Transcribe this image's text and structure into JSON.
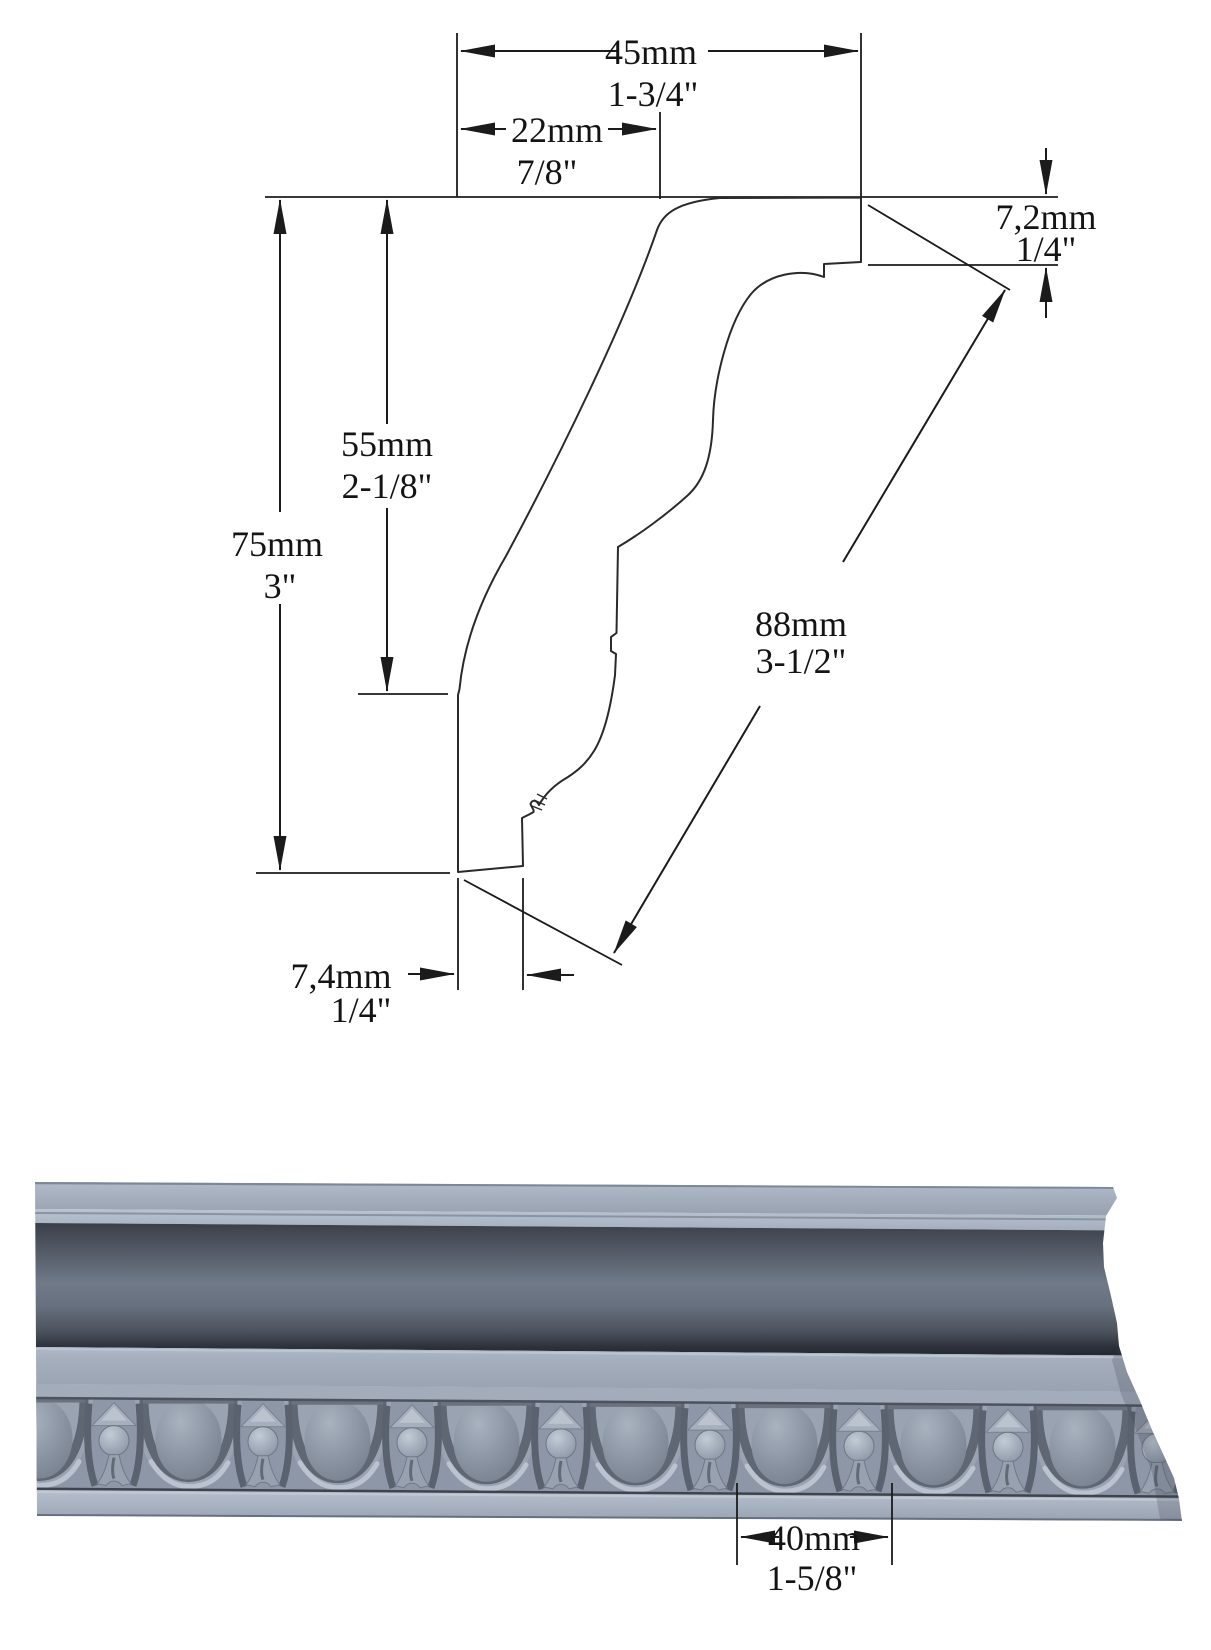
{
  "drawing": {
    "description": "crown molding profile cross-section with dimensions",
    "dims": {
      "width_top": {
        "mm": "45mm",
        "in": "1-3/4\""
      },
      "width_upper": {
        "mm": "22mm",
        "in": "7/8\""
      },
      "drop_right": {
        "mm": "7,2mm",
        "in": "1/4\""
      },
      "height_inner": {
        "mm": "55mm",
        "in": "2-1/8\""
      },
      "height_total": {
        "mm": "75mm",
        "in": "3\""
      },
      "face_diagonal": {
        "mm": "88mm",
        "in": "3-1/2\""
      },
      "depth_bottom": {
        "mm": "7,4mm",
        "in": "1/4\""
      }
    },
    "line_color": "#1b1b1b"
  },
  "render": {
    "description": "3D rendering of egg-and-dart crown molding strip",
    "dims": {
      "pattern_repeat": {
        "mm": "40mm",
        "in": "1-5/8\""
      }
    },
    "palette": {
      "light_band": "#aab3c2",
      "cove_dark": "#31353f",
      "cove_mid": "#6f7987",
      "fascia": "#a4adbc",
      "egg_base": "#8d97a7",
      "shell": "#99a3b2",
      "groove": "#5f6775",
      "highlight": "#c3ccd7"
    }
  }
}
